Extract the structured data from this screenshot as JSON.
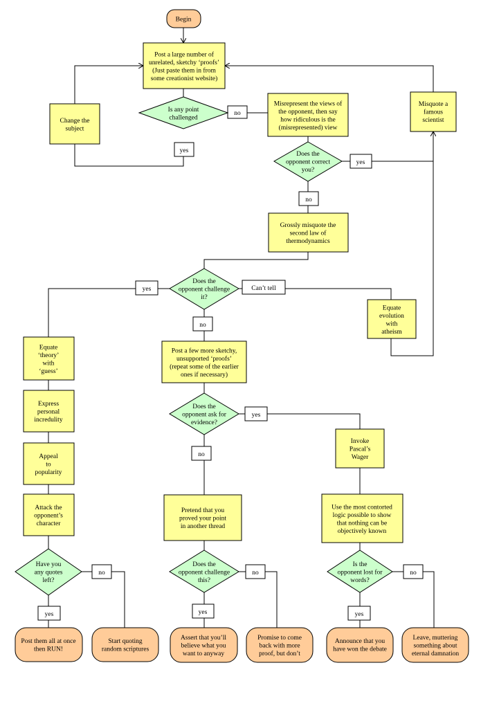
{
  "nodes": {
    "begin": [
      "Begin"
    ],
    "post_proofs": [
      "Post a large number of",
      "unrelated, sketchy ‘proofs’",
      "(Just paste them in from",
      "some creationist website)"
    ],
    "any_point": [
      "Is any point",
      "challenged"
    ],
    "change_subject": [
      "Change the",
      "subject"
    ],
    "misrepresent": [
      "Misrepresent the views of",
      "the opponent, then say",
      "how ridiculous is the",
      "(misrepresented) view"
    ],
    "misquote_scientist": [
      "Misquote a",
      "famous",
      "scientist"
    ],
    "opponent_correct": [
      "Does the",
      "opponent correct",
      "you?"
    ],
    "second_law": [
      "Grossly misquote the",
      "second law of",
      "thermodynamics"
    ],
    "challenge_it": [
      "Does the",
      "opponent challenge",
      "it?"
    ],
    "equate_atheism": [
      "Equate",
      "evolution",
      "with",
      "atheism"
    ],
    "theory_guess": [
      "Equate",
      "‘theory’",
      "with",
      "‘guess’"
    ],
    "incredulity": [
      "Express",
      "personal",
      "incredulity"
    ],
    "popularity": [
      "Appeal",
      "to",
      "popularity"
    ],
    "attack": [
      "Attack the",
      "opponent’s",
      "character"
    ],
    "quotes_left": [
      "Have you",
      "any quotes",
      "left?"
    ],
    "run": [
      "Post them all at once",
      "then RUN!"
    ],
    "scriptures": [
      "Start quoting",
      "random scriptures"
    ],
    "more_proofs": [
      "Post a few more sketchy,",
      "unsupported ‘proofs’",
      "(repeat some of the earlier",
      "ones if necessary)"
    ],
    "ask_evidence": [
      "Does the",
      "opponent ask for",
      "evidence?"
    ],
    "pascal": [
      "Invoke",
      "Pascal’s",
      "Wager"
    ],
    "other_thread": [
      "Pretend that you",
      "proved your point",
      "in another thread"
    ],
    "contorted": [
      "Use the most contorted",
      "logic possible to show",
      "that nothing can be",
      "objectively known"
    ],
    "challenge_this": [
      "Does the",
      "opponent challenge",
      "this?"
    ],
    "lost_words": [
      "Is the",
      "opponent lost for",
      "words?"
    ],
    "assert_believe": [
      "Assert that you’ll",
      "believe what you",
      "want to anyway"
    ],
    "promise": [
      "Promise to come",
      "back with more",
      "proof, but don’t"
    ],
    "announce": [
      "Announce that you",
      "have won the debate"
    ],
    "leave": [
      "Leave, muttering",
      "something about",
      "eternal damnation"
    ]
  },
  "labels": {
    "no_any_point": "no",
    "yes_any_point": "yes",
    "yes_correct": "yes",
    "no_correct": "no",
    "yes_challenge_it": "yes",
    "cant_tell": "Can’t tell",
    "no_challenge_it": "no",
    "yes_ask_evidence": "yes",
    "no_ask_evidence": "no",
    "no_quotes_left": "no",
    "yes_quotes_left": "yes",
    "no_challenge_this": "no",
    "yes_challenge_this": "yes",
    "no_lost_words": "no",
    "yes_lost_words": "yes"
  },
  "colors": {
    "process": "#ffff99",
    "decision": "#ccffcc",
    "terminal": "#ffcc99"
  }
}
